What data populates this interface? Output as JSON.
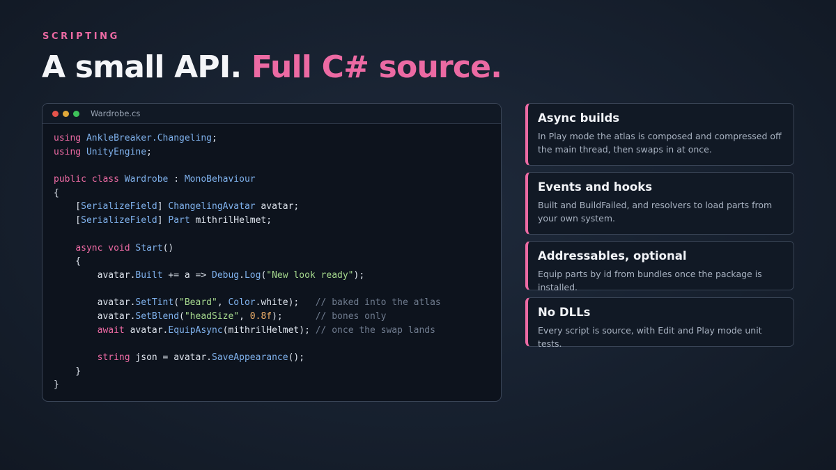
{
  "header": {
    "eyebrow": "SCRIPTING",
    "headline_plain": "A small API.",
    "headline_accent": "Full C# source."
  },
  "code_window": {
    "filename": "Wardrobe.cs",
    "lines": [
      [
        {
          "t": "kw",
          "v": "using"
        },
        {
          "t": "tx",
          "v": " "
        },
        {
          "t": "ty",
          "v": "AnkleBreaker.Changeling"
        },
        {
          "t": "tx",
          "v": ";"
        }
      ],
      [
        {
          "t": "kw",
          "v": "using"
        },
        {
          "t": "tx",
          "v": " "
        },
        {
          "t": "ty",
          "v": "UnityEngine"
        },
        {
          "t": "tx",
          "v": ";"
        }
      ],
      [],
      [
        {
          "t": "kw",
          "v": "public class"
        },
        {
          "t": "tx",
          "v": " "
        },
        {
          "t": "ty",
          "v": "Wardrobe"
        },
        {
          "t": "tx",
          "v": " : "
        },
        {
          "t": "ty",
          "v": "MonoBehaviour"
        }
      ],
      [
        {
          "t": "tx",
          "v": "{"
        }
      ],
      [
        {
          "t": "tx",
          "v": "    ["
        },
        {
          "t": "ty",
          "v": "SerializeField"
        },
        {
          "t": "tx",
          "v": "] "
        },
        {
          "t": "ty",
          "v": "ChangelingAvatar"
        },
        {
          "t": "tx",
          "v": " avatar;"
        }
      ],
      [
        {
          "t": "tx",
          "v": "    ["
        },
        {
          "t": "ty",
          "v": "SerializeField"
        },
        {
          "t": "tx",
          "v": "] "
        },
        {
          "t": "ty",
          "v": "Part"
        },
        {
          "t": "tx",
          "v": " mithrilHelmet;"
        }
      ],
      [],
      [
        {
          "t": "tx",
          "v": "    "
        },
        {
          "t": "kw",
          "v": "async void"
        },
        {
          "t": "tx",
          "v": " "
        },
        {
          "t": "ty",
          "v": "Start"
        },
        {
          "t": "tx",
          "v": "()"
        }
      ],
      [
        {
          "t": "tx",
          "v": "    {"
        }
      ],
      [
        {
          "t": "tx",
          "v": "        avatar."
        },
        {
          "t": "ty",
          "v": "Built"
        },
        {
          "t": "tx",
          "v": " += a => "
        },
        {
          "t": "ty",
          "v": "Debug"
        },
        {
          "t": "tx",
          "v": "."
        },
        {
          "t": "ty",
          "v": "Log"
        },
        {
          "t": "tx",
          "v": "("
        },
        {
          "t": "str",
          "v": "\"New look ready\""
        },
        {
          "t": "tx",
          "v": ");"
        }
      ],
      [],
      [
        {
          "t": "tx",
          "v": "        avatar."
        },
        {
          "t": "ty",
          "v": "SetTint"
        },
        {
          "t": "tx",
          "v": "("
        },
        {
          "t": "str",
          "v": "\"Beard\""
        },
        {
          "t": "tx",
          "v": ", "
        },
        {
          "t": "ty",
          "v": "Color"
        },
        {
          "t": "tx",
          "v": ".white);   "
        },
        {
          "t": "cm",
          "v": "// baked into the atlas"
        }
      ],
      [
        {
          "t": "tx",
          "v": "        avatar."
        },
        {
          "t": "ty",
          "v": "SetBlend"
        },
        {
          "t": "tx",
          "v": "("
        },
        {
          "t": "str",
          "v": "\"headSize\""
        },
        {
          "t": "tx",
          "v": ", "
        },
        {
          "t": "num",
          "v": "0.8f"
        },
        {
          "t": "tx",
          "v": ");      "
        },
        {
          "t": "cm",
          "v": "// bones only"
        }
      ],
      [
        {
          "t": "tx",
          "v": "        "
        },
        {
          "t": "kw",
          "v": "await"
        },
        {
          "t": "tx",
          "v": " avatar."
        },
        {
          "t": "ty",
          "v": "EquipAsync"
        },
        {
          "t": "tx",
          "v": "(mithrilHelmet); "
        },
        {
          "t": "cm",
          "v": "// once the swap lands"
        }
      ],
      [],
      [
        {
          "t": "tx",
          "v": "        "
        },
        {
          "t": "kw",
          "v": "string"
        },
        {
          "t": "tx",
          "v": " json = avatar."
        },
        {
          "t": "ty",
          "v": "SaveAppearance"
        },
        {
          "t": "tx",
          "v": "();"
        }
      ],
      [
        {
          "t": "tx",
          "v": "    }"
        }
      ],
      [
        {
          "t": "tx",
          "v": "}"
        }
      ]
    ]
  },
  "features": [
    {
      "title": "Async builds",
      "body": "In Play mode the atlas is composed and compressed off the main thread, then swaps in at once."
    },
    {
      "title": "Events and hooks",
      "body": "Built and BuildFailed, and resolvers to load parts from your own system."
    },
    {
      "title": "Addressables, optional",
      "body": "Equip parts by id from bundles once the package is installed."
    },
    {
      "title": "No DLLs",
      "body": "Every script is source, with Edit and Play mode unit tests."
    }
  ],
  "colors": {
    "accent": "#ec6aa3",
    "keyword": "#ec6aa3",
    "type": "#7fb1ec",
    "string": "#a5d88d",
    "number": "#f0b06a",
    "comment": "#6f7b8e",
    "background": "#182231"
  }
}
